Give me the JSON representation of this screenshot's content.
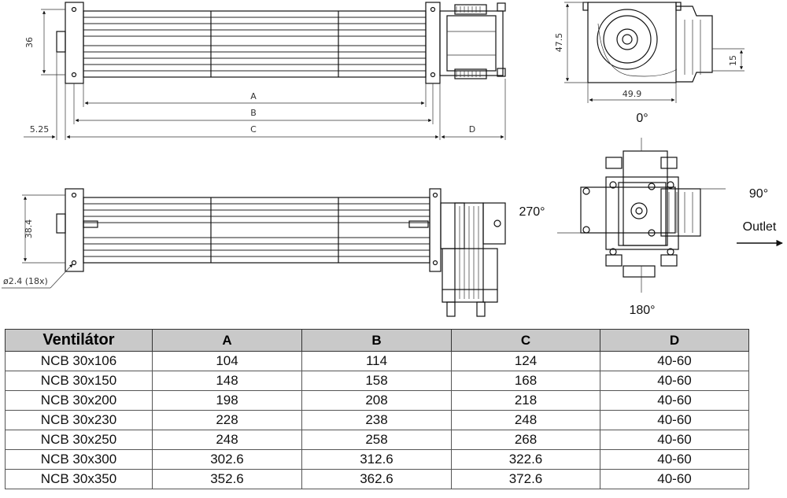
{
  "drawing": {
    "top_view": {
      "dim_height": "36",
      "dim_a": "A",
      "dim_b": "B",
      "dim_c": "C",
      "dim_d": "D",
      "dim_offset": "5.25"
    },
    "end_view": {
      "dim_height": "47.5",
      "dim_width": "49.9",
      "dim_small": "15",
      "angle_label": "0°"
    },
    "side_view": {
      "dim_height": "38.4",
      "hole_note": "ø2.4 (18x)"
    },
    "orientation": {
      "angle_270": "270°",
      "angle_90": "90°",
      "angle_180": "180°",
      "outlet_label": "Outlet"
    }
  },
  "table": {
    "headers": [
      "Ventilátor",
      "A",
      "B",
      "C",
      "D"
    ],
    "rows": [
      [
        "NCB 30x106",
        "104",
        "114",
        "124",
        "40-60"
      ],
      [
        "NCB 30x150",
        "148",
        "158",
        "168",
        "40-60"
      ],
      [
        "NCB 30x200",
        "198",
        "208",
        "218",
        "40-60"
      ],
      [
        "NCB 30x230",
        "228",
        "238",
        "248",
        "40-60"
      ],
      [
        "NCB 30x250",
        "248",
        "258",
        "268",
        "40-60"
      ],
      [
        "NCB 30x300",
        "302.6",
        "312.6",
        "322.6",
        "40-60"
      ],
      [
        "NCB 30x350",
        "352.6",
        "362.6",
        "372.6",
        "40-60"
      ]
    ]
  }
}
